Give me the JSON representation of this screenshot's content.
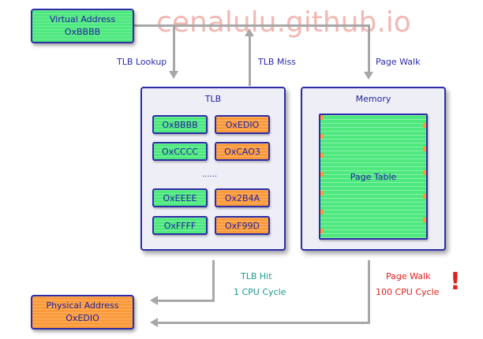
{
  "watermark": "cenalulu.github.io",
  "virtual_address": {
    "label": "Virtual Address",
    "value": "OxBBBB"
  },
  "physical_address": {
    "label": "Physical Address",
    "value": "OxEDIO"
  },
  "edges": {
    "tlb_lookup": "TLB Lookup",
    "tlb_miss": "TLB Miss",
    "page_walk": "Page Walk",
    "tlb_hit": "TLB Hit",
    "tlb_hit_cycle": "1 CPU Cycle",
    "page_walk_cost": "Page Walk",
    "page_walk_cycle": "100 CPU Cycle",
    "exclamation": "!"
  },
  "tlb": {
    "title": "TLB",
    "rows": [
      {
        "virtual": "OxBBBB",
        "physical": "OxEDIO"
      },
      {
        "virtual": "OxCCCC",
        "physical": "OxCAO3"
      },
      {
        "virtual": "OxEEEE",
        "physical": "Ox2B4A"
      },
      {
        "virtual": "OxFFFF",
        "physical": "OxF99D"
      }
    ],
    "ellipsis": "......"
  },
  "memory": {
    "title": "Memory",
    "page_table_label": "Page Table"
  },
  "colors": {
    "green": "#4de87e",
    "orange": "#fb9a3a",
    "border": "#2c2ca6",
    "wire": "#a7a7a7",
    "hit_text": "#1a9a8c",
    "walk_text": "#e0201a"
  }
}
